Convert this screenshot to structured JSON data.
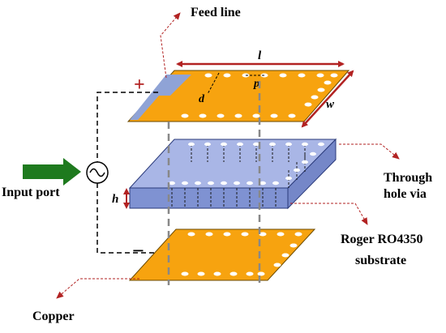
{
  "labels": {
    "feed_line": "Feed line",
    "input_port": "Input port",
    "through_hole_line1": "Through",
    "through_hole_line2": "hole via",
    "substrate_line1": "Roger RO4350",
    "substrate_line2": "substrate",
    "copper": "Copper"
  },
  "dimensions": {
    "length": "l",
    "width": "w",
    "diameter": "d",
    "pitch": "p",
    "height": "h"
  },
  "polarity": {
    "positive": "+",
    "negative": "−"
  },
  "colors": {
    "copper": "#F7A30F",
    "feed_strip": "#8FA3D6",
    "substrate_top": "#A9B6E6",
    "substrate_side": "#7F92D2",
    "via_fill": "#FFFFFF",
    "dimension_arrow": "#B22222",
    "leader_line": "#B22222",
    "input_arrow": "#1E7A1E",
    "axis_guide": "#888888"
  },
  "icons": {
    "ac_source": "sine-wave-source-icon"
  }
}
